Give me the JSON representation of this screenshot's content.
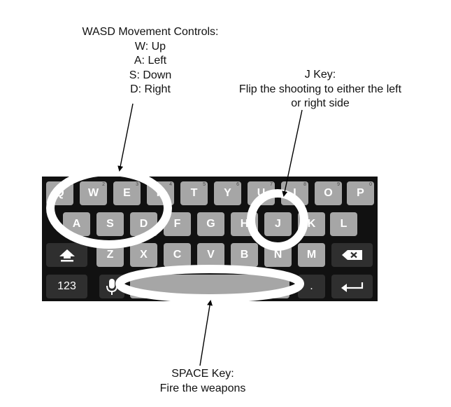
{
  "annotations": {
    "wasd": {
      "lines": [
        "WASD Movement Controls:",
        "W: Up",
        "A: Left",
        "S: Down",
        "D: Right"
      ]
    },
    "j": {
      "lines": [
        "J Key:",
        "Flip the shooting to either the left",
        "or right side"
      ]
    },
    "space": {
      "lines": [
        "SPACE Key:",
        "Fire the weapons"
      ]
    }
  },
  "keyboard": {
    "row1": [
      {
        "label": "Q",
        "hint": "1"
      },
      {
        "label": "W",
        "hint": "2"
      },
      {
        "label": "E",
        "hint": "3"
      },
      {
        "label": "R",
        "hint": "4"
      },
      {
        "label": "T",
        "hint": "5"
      },
      {
        "label": "Y",
        "hint": "6"
      },
      {
        "label": "U",
        "hint": "7"
      },
      {
        "label": "I",
        "hint": "8"
      },
      {
        "label": "O",
        "hint": "9"
      },
      {
        "label": "P",
        "hint": "0"
      }
    ],
    "row2": [
      "A",
      "S",
      "D",
      "F",
      "G",
      "H",
      "J",
      "K",
      "L"
    ],
    "row3": [
      "Z",
      "X",
      "C",
      "V",
      "B",
      "N",
      "M"
    ],
    "numbers_label": "123",
    "period_label": "."
  },
  "colors": {
    "keyboard_bg": "#111111",
    "key": "#a6a6a6",
    "dark_key": "#2f2f2f",
    "highlight": "#ffffff",
    "arrow": "#000000"
  },
  "icons": {
    "shift": "shift-icon",
    "backspace": "backspace-icon",
    "mic": "microphone-icon",
    "enter": "enter-icon"
  }
}
